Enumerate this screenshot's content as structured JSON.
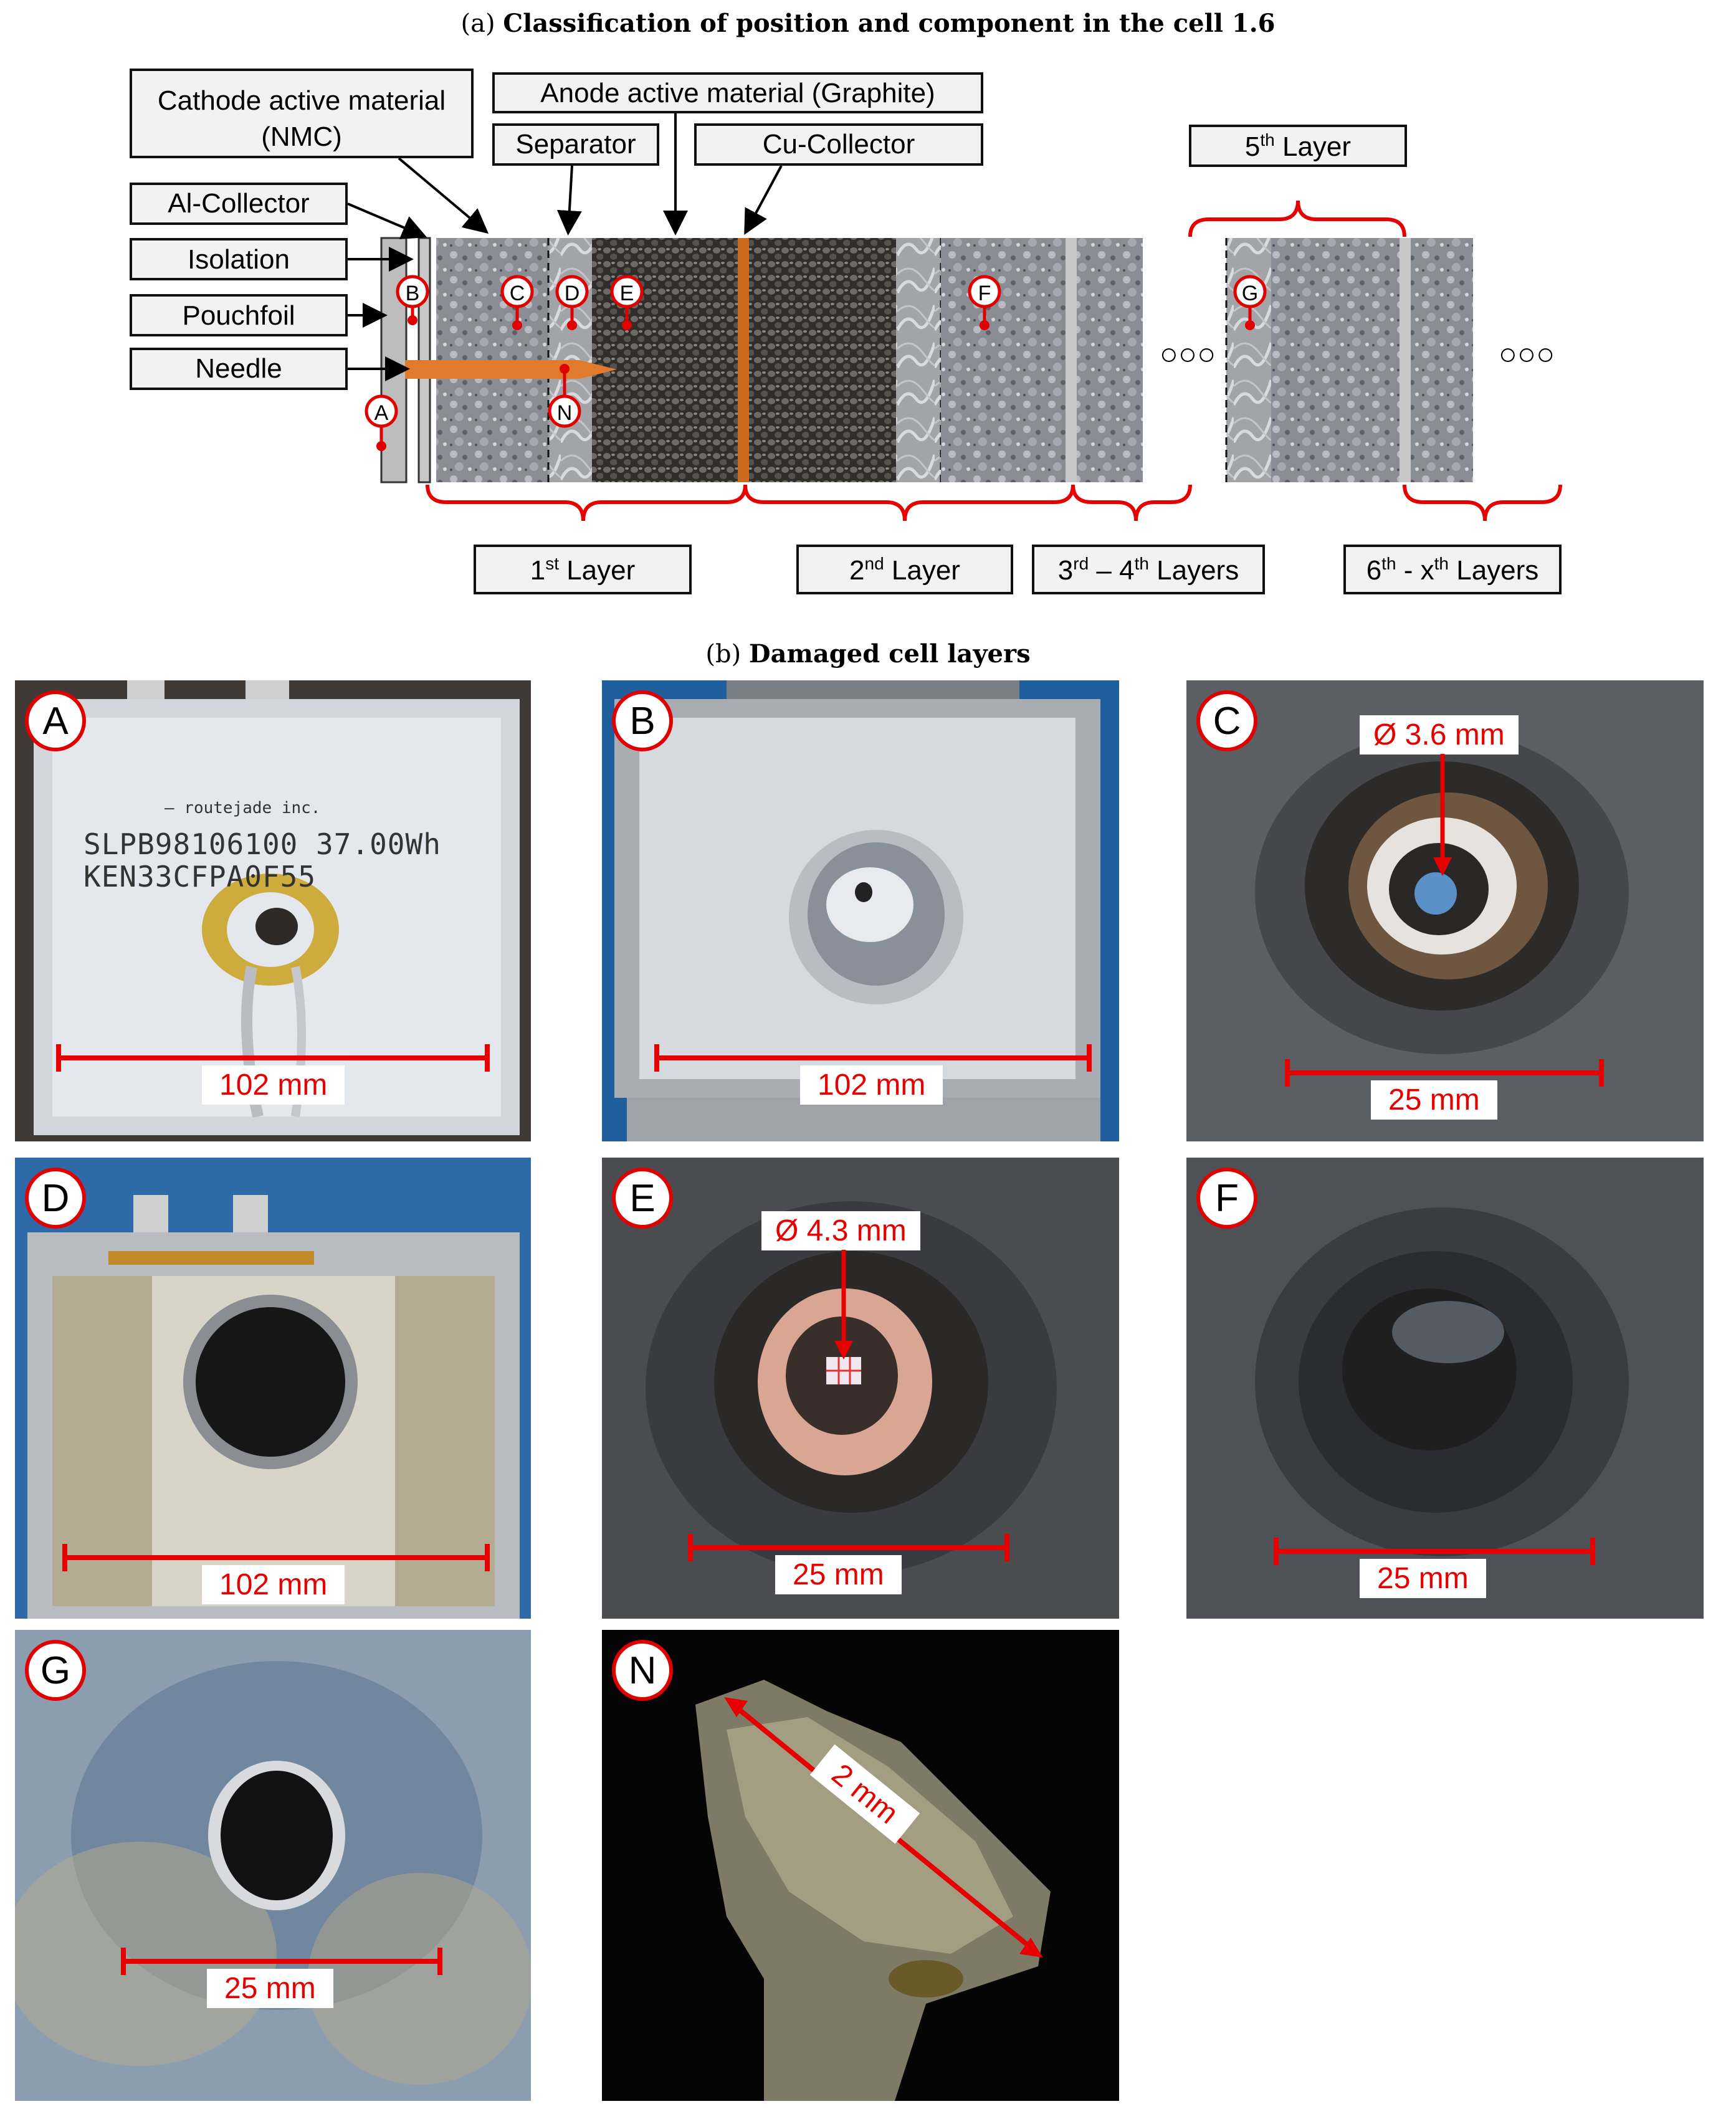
{
  "titles": {
    "a_prefix": "(a)",
    "a_text": "Classification of position and component in the cell 1.6",
    "b_prefix": "(b)",
    "b_text": "Damaged cell layers"
  },
  "diagram": {
    "labels": {
      "cathode_line1": "Cathode active material",
      "cathode_line2": "(NMC)",
      "anode": "Anode active material (Graphite)",
      "separator": "Separator",
      "cu_collector": "Cu-Collector",
      "al_collector": "Al-Collector",
      "isolation": "Isolation",
      "pouchfoil": "Pouchfoil",
      "needle": "Needle",
      "fifth_layer_num": "5",
      "fifth_layer_sup": "th",
      "fifth_layer_word": " Layer",
      "first_layer_num": "1",
      "first_layer_sup": "st",
      "first_layer_word": " Layer",
      "second_layer_num": "2",
      "second_layer_sup": "nd",
      "second_layer_word": " Layer",
      "third_fourth_a": "3",
      "third_fourth_sup1": "rd",
      "third_fourth_mid": " – 4",
      "third_fourth_sup2": "th",
      "third_fourth_word": " Layers",
      "sixth_x_a": "6",
      "sixth_x_sup1": "th",
      "sixth_x_mid": " - x",
      "sixth_x_sup2": "th",
      "sixth_x_word": " Layers",
      "ellipsis": "○○○"
    },
    "markers": [
      "A",
      "B",
      "C",
      "D",
      "E",
      "F",
      "G",
      "N"
    ]
  },
  "panels": [
    {
      "id": "A",
      "scale": "102 mm",
      "diameter": "",
      "print_line1": "SLPB98106100 37.00Wh",
      "print_line2": "KEN33CFPA0F55",
      "print_small": "— routejade inc."
    },
    {
      "id": "B",
      "scale": "102 mm",
      "diameter": ""
    },
    {
      "id": "C",
      "scale": "25 mm",
      "diameter": "Ø 3.6 mm"
    },
    {
      "id": "D",
      "scale": "102 mm",
      "diameter": ""
    },
    {
      "id": "E",
      "scale": "25 mm",
      "diameter": "Ø 4.3 mm"
    },
    {
      "id": "F",
      "scale": "25 mm",
      "diameter": ""
    },
    {
      "id": "G",
      "scale": "25 mm",
      "diameter": ""
    },
    {
      "id": "N",
      "scale": "2 mm",
      "diameter": ""
    }
  ],
  "colors": {
    "accent_red": "#e60000",
    "needle_orange": "#e07a2c",
    "cu_orange": "#cc6a1e"
  }
}
